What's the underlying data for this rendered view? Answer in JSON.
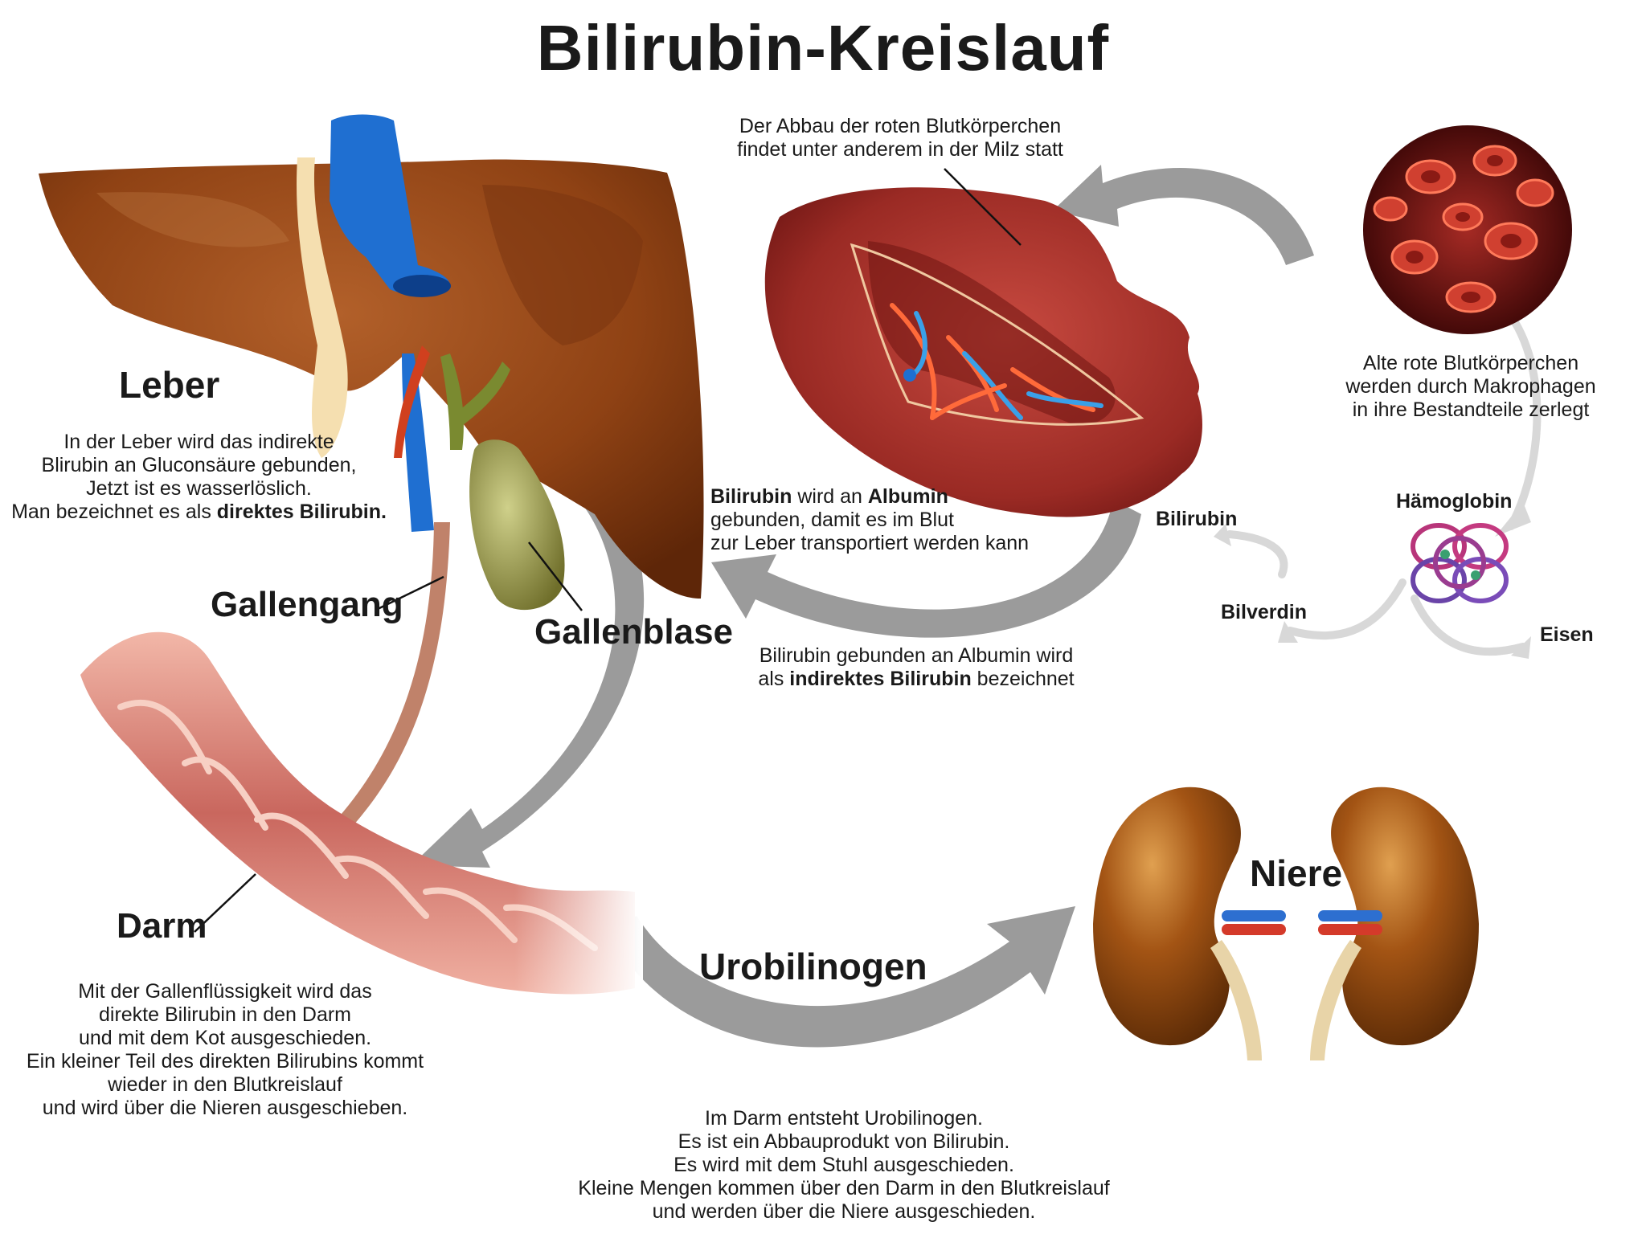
{
  "title": "Bilirubin-Kreislauf",
  "labels": {
    "leber": "Leber",
    "gallengang": "Gallengang",
    "gallenblase": "Gallenblase",
    "darm": "Darm",
    "urobilinogen": "Urobilinogen",
    "niere": "Niere",
    "bilirubin": "Bilirubin",
    "haemoglobin": "Hämoglobin",
    "bilverdin": "Bilverdin",
    "eisen": "Eisen"
  },
  "texts": {
    "milz": [
      "Der Abbau der roten Blutkörperchen",
      "findet unter anderem in der Milz statt"
    ],
    "makrophagen": [
      "Alte rote Blutkörperchen",
      "werden durch Makrophagen",
      "in ihre Bestandteile zerlegt"
    ],
    "leber": {
      "line1": "In der Leber wird das indirekte",
      "line2": "Blirubin an Gluconsäure gebunden,",
      "line3": "Jetzt ist es wasserlöslich.",
      "line4_pre": "Man bezeichnet es als ",
      "line4_bold": "direktes Bilirubin."
    },
    "albumin": {
      "b1": "Bilirubin",
      "t1": " wird an ",
      "b2": "Albumin",
      "line2": "gebunden, damit es im Blut",
      "line3": "zur Leber transportiert werden kann"
    },
    "indirekt": {
      "line1": "Bilirubin gebunden an Albumin wird",
      "pre": "als ",
      "bold": "indirektes Bilirubin",
      "post": " bezeichnet"
    },
    "darm": [
      "Mit der Gallenflüssigkeit wird das",
      "direkte Bilirubin in den Darm",
      "und mit dem Kot ausgeschieden.",
      "Ein kleiner Teil des direkten Bilirubins kommt",
      "wieder in den Blutkreislauf",
      "und wird über die Nieren ausgeschieben."
    ],
    "urobilinogen": [
      "Im Darm entsteht Urobilinogen.",
      "Es ist ein Abbauprodukt von Bilirubin.",
      "Es wird mit dem Stuhl ausgeschieden.",
      "Kleine Mengen kommen über den Darm in den Blutkreislauf",
      "und werden über die Niere ausgeschieden."
    ]
  },
  "colors": {
    "liver": "#8a3f12",
    "vein": "#1f6fd1",
    "artery": "#c8401c",
    "gallbladder": "#8f9040",
    "spleen": "#9e2a25",
    "kidney": "#9c4a10",
    "intestine": "#d9837a",
    "arrow": "#999999"
  }
}
